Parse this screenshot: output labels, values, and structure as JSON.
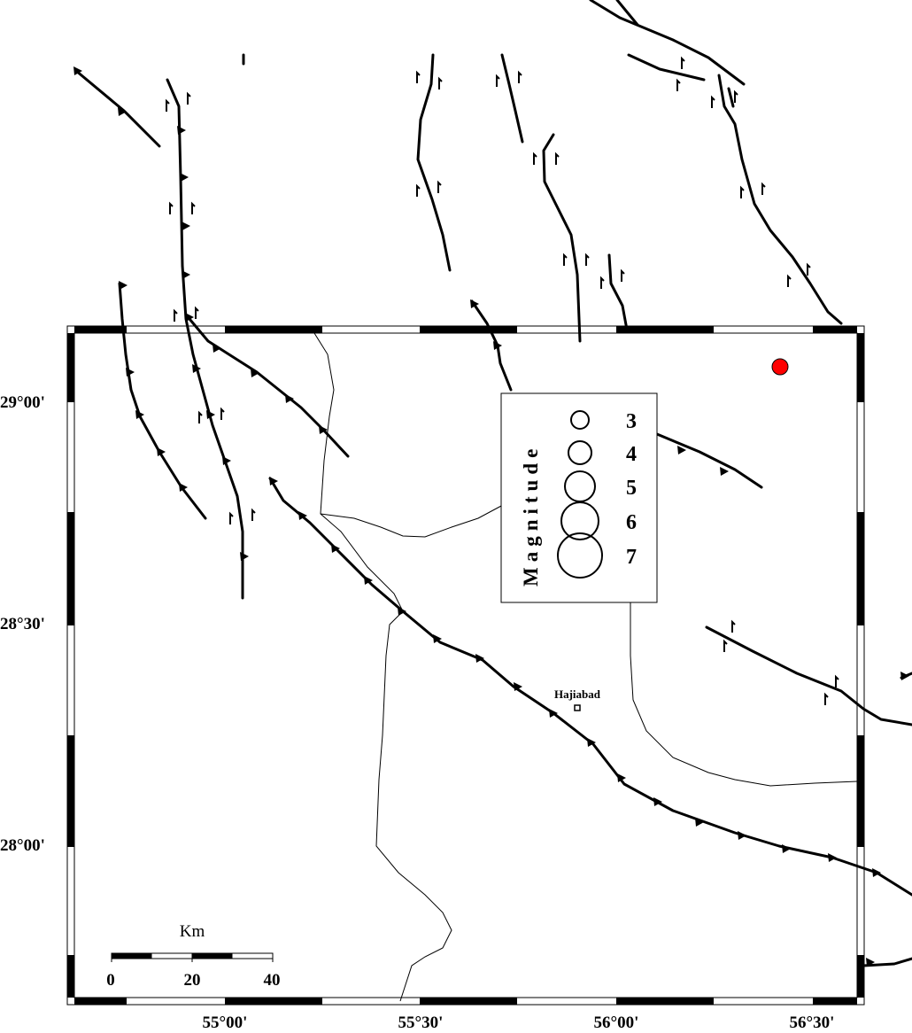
{
  "map": {
    "lat_labels": [
      {
        "text": "29°00'",
        "lat": 29.0
      },
      {
        "text": "28°30'",
        "lat": 28.5
      },
      {
        "text": "28°00'",
        "lat": 28.0
      }
    ],
    "lon_labels": [
      {
        "text": "55°00'",
        "lon": 55.0
      },
      {
        "text": "55°30'",
        "lon": 55.5
      },
      {
        "text": "56°00'",
        "lon": 56.0
      },
      {
        "text": "56°30'",
        "lon": 56.5
      }
    ],
    "city": {
      "name": "Hajiabad"
    },
    "epicenter": {
      "color": "#ff0000"
    },
    "scale_bar": {
      "unit": "Km",
      "ticks": [
        "0",
        "20",
        "40"
      ]
    },
    "legend": {
      "title": "Magnitude",
      "magnitudes": [
        "3",
        "4",
        "5",
        "6",
        "7"
      ]
    }
  }
}
